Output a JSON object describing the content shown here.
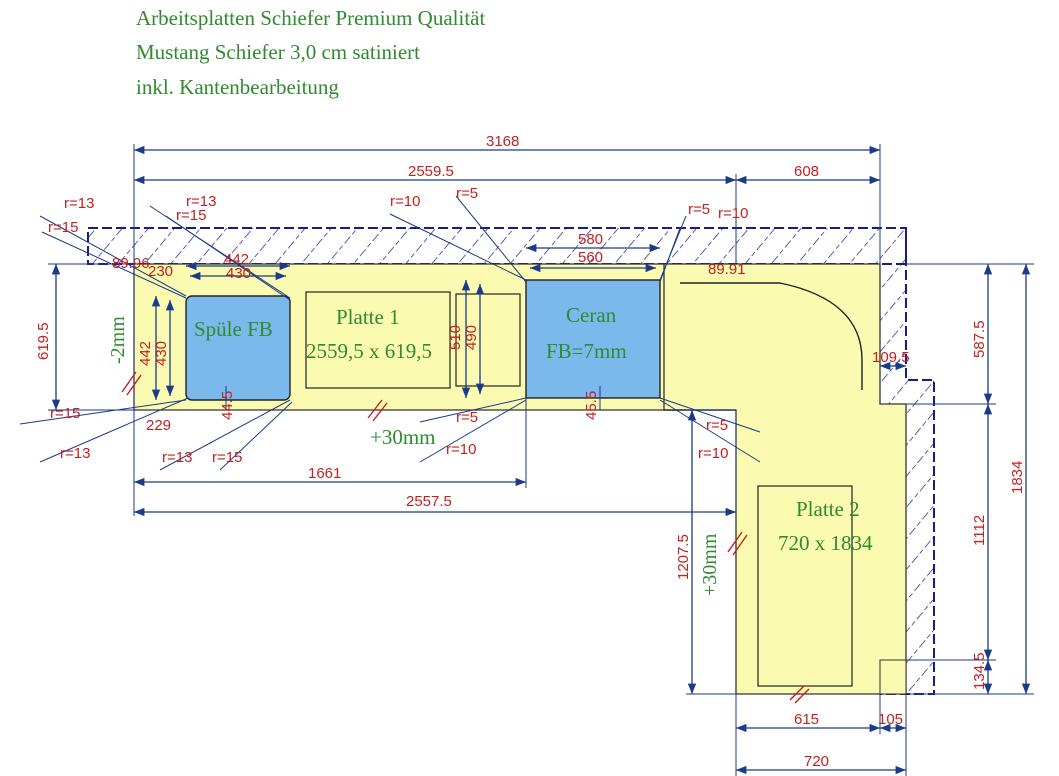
{
  "header": {
    "line1": "Arbeitsplatten Schiefer Premium Qualität",
    "line2": "Mustang Schiefer 3,0 cm satiniert",
    "line3": "inkl. Kantenbearbeitung"
  },
  "labels": {
    "platte1_name": "Platte 1",
    "platte1_size": "2559,5 x 619,5",
    "platte2_name": "Platte 2",
    "platte2_size": "720 x 1834",
    "sink": "Spüle FB",
    "cooktop_name": "Ceran",
    "cooktop_note": "FB=7mm",
    "offset_top": "-2mm",
    "plus30_bottom": "+30mm",
    "plus30_side": "+30mm"
  },
  "dims": {
    "total_width": "3168",
    "platte1_width": "2559.5",
    "corner_width": "608",
    "bottom_2557": "2557.5",
    "bottom_1661": "1661",
    "left_6195": "619.5",
    "right_5875": "587.5",
    "right_1834": "1834",
    "right_1112": "1112",
    "right_1345": "134.5",
    "left_12075": "1207.5",
    "bot_615": "615",
    "bot_105": "105",
    "bot_720": "720",
    "corner_1095": "109.5",
    "sink_442_top": "442",
    "sink_430_top": "430",
    "sink_230": "230",
    "sink_442_side": "442",
    "sink_430_side": "430",
    "sink_229": "229",
    "sink_445": "44.5",
    "sink_8996": "89.96",
    "ceran_580": "580",
    "ceran_560": "560",
    "ceran_510": "510",
    "ceran_490": "490",
    "ceran_455": "45.5",
    "ceran_8991": "89.91",
    "r13_a": "r=13",
    "r15_a": "r=15",
    "r13_b": "r=13",
    "r15_b": "r=15",
    "r15_c": "r=15",
    "r13_c": "r=13",
    "r13_d": "r=13",
    "r15_d": "r=15",
    "r10_a": "r=10",
    "r5_a": "r=5",
    "r5_b": "r=5",
    "r10_b": "r=10",
    "r5_c": "r=5",
    "r10_c": "r=10",
    "r5_d": "r=5",
    "r10_d": "r=10"
  },
  "colors": {
    "slab": "#fafab0",
    "cutout": "#7bb8ec",
    "dimension_line": "#1a3a8a",
    "dimension_text": "#c42020",
    "label_text": "#2e8b2e",
    "wall_hatch": "#1a1a8a"
  }
}
